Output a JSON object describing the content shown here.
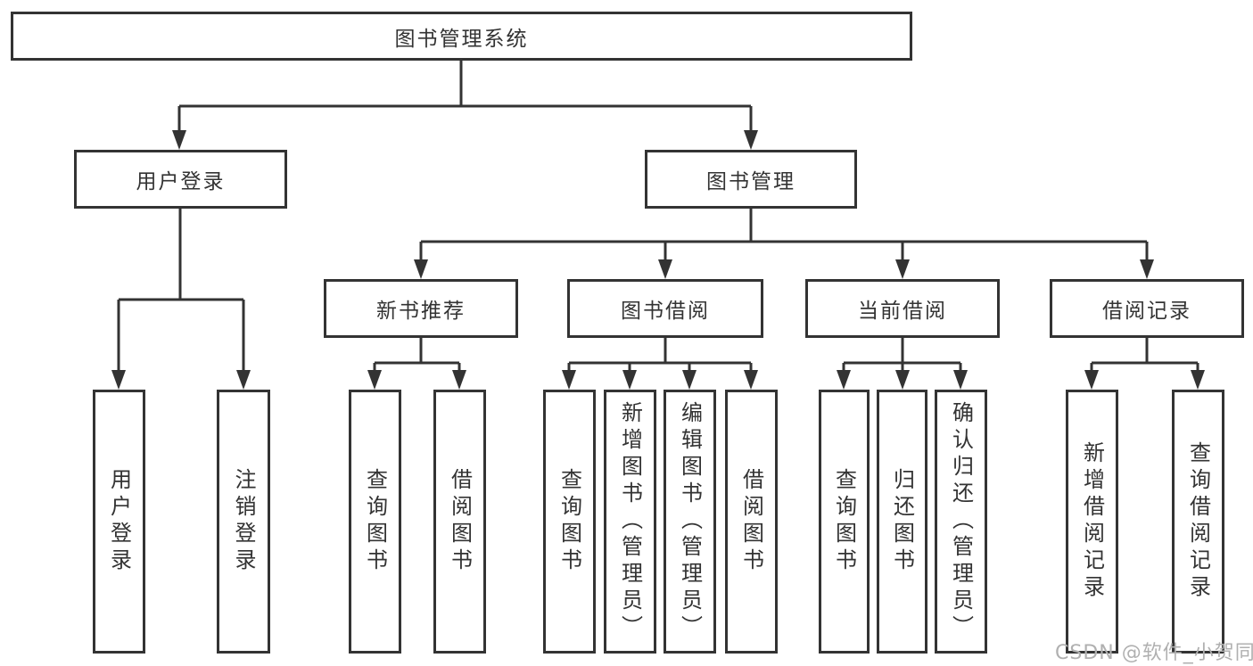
{
  "diagram": {
    "type": "hierarchy-tree",
    "colors": {
      "line": "#333333",
      "text": "#333333",
      "box_background": "#ffffff",
      "watermark": "#b0b0b0"
    },
    "tree": {
      "label": "图书管理系统",
      "children": [
        {
          "label": "用户登录",
          "children": [
            {
              "label": "用户登录"
            },
            {
              "label": "注销登录"
            }
          ]
        },
        {
          "label": "图书管理",
          "children": [
            {
              "label": "新书推荐",
              "children": [
                {
                  "label": "查询图书"
                },
                {
                  "label": "借阅图书"
                }
              ]
            },
            {
              "label": "图书借阅",
              "children": [
                {
                  "label": "查询图书"
                },
                {
                  "label": "新增图书（管理员）"
                },
                {
                  "label": "编辑图书（管理员）"
                },
                {
                  "label": "借阅图书"
                }
              ]
            },
            {
              "label": "当前借阅",
              "children": [
                {
                  "label": "查询图书"
                },
                {
                  "label": "归还图书"
                },
                {
                  "label": "确认归还（管理员）"
                }
              ]
            },
            {
              "label": "借阅记录",
              "children": [
                {
                  "label": "新增借阅记录"
                },
                {
                  "label": "查询借阅记录"
                }
              ]
            }
          ]
        }
      ]
    },
    "watermark": {
      "text": "CSDN @软件_小贺同学"
    }
  }
}
